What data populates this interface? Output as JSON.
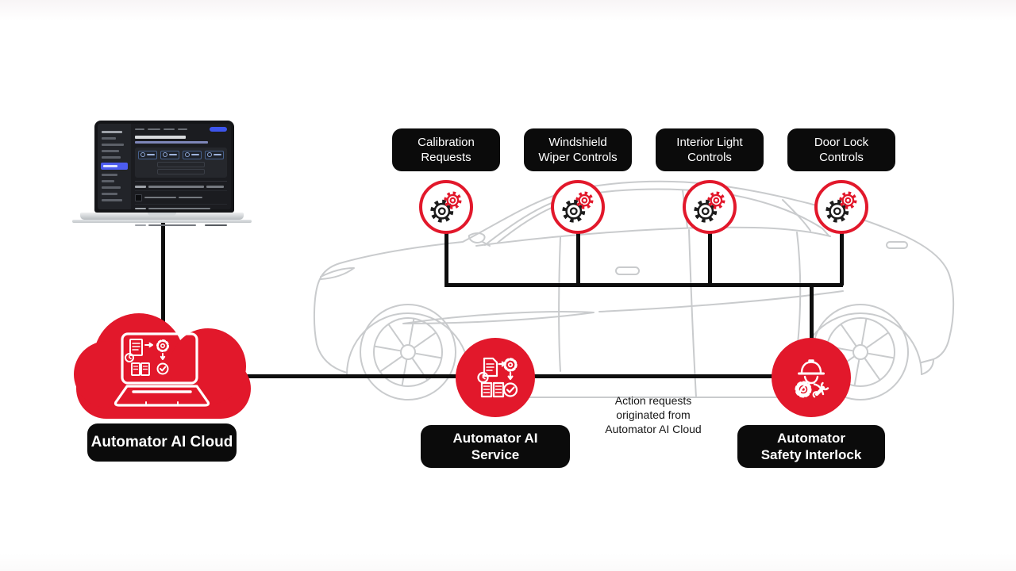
{
  "palette": {
    "accent_red": "#e2182b",
    "connector_black": "#0d0d0d",
    "car_outline_gray": "#c9cbcd",
    "label_background": "#0b0b0b",
    "label_text": "#ffffff"
  },
  "cloud_node": {
    "label": "Automator AI Cloud",
    "icon": "cloud-laptop-automation-icon"
  },
  "service_node": {
    "label": "Automator AI\nService",
    "icon": "documents-gear-check-icon"
  },
  "interlock_node": {
    "label": "Automator\nSafety Interlock",
    "icon": "engineer-gear-wrench-icon"
  },
  "vehicle_controls": {
    "items": [
      {
        "label": "Calibration\nRequests",
        "icon": "dual-gear-icon"
      },
      {
        "label": "Windshield\nWiper Controls",
        "icon": "dual-gear-icon"
      },
      {
        "label": "Interior Light\nControls",
        "icon": "dual-gear-icon"
      },
      {
        "label": "Door Lock\nControls",
        "icon": "dual-gear-icon"
      }
    ]
  },
  "caption": {
    "text": "Action requests\noriginated from\nAutomator AI Cloud"
  }
}
